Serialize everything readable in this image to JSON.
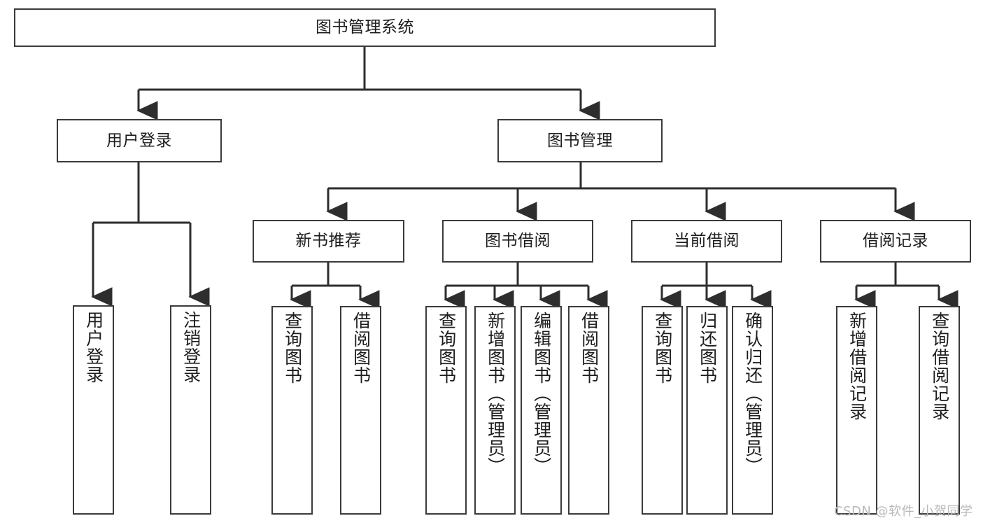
{
  "diagram": {
    "title": "图书管理系统",
    "type": "hierarchy-tree",
    "root": {
      "label": "图书管理系统"
    },
    "level2": [
      {
        "label": "用户登录"
      },
      {
        "label": "图书管理"
      }
    ],
    "level3": [
      {
        "label": "新书推荐"
      },
      {
        "label": "图书借阅"
      },
      {
        "label": "当前借阅"
      },
      {
        "label": "借阅记录"
      }
    ],
    "leaves": {
      "user_login": [
        {
          "label": "用户登录"
        },
        {
          "label": "注销登录"
        }
      ],
      "new_book_recommend": [
        {
          "label": "查询图书"
        },
        {
          "label": "借阅图书"
        }
      ],
      "book_borrow": [
        {
          "label": "查询图书"
        },
        {
          "label": "新增图书（管理员）"
        },
        {
          "label": "编辑图书（管理员）"
        },
        {
          "label": "借阅图书"
        }
      ],
      "current_borrow": [
        {
          "label": "查询图书"
        },
        {
          "label": "归还图书"
        },
        {
          "label": "确认归还（管理员）"
        }
      ],
      "borrow_record": [
        {
          "label": "新增借阅记录"
        },
        {
          "label": "查询借阅记录"
        }
      ]
    }
  },
  "watermark": {
    "text": "CSDN @软件_小贺同学"
  },
  "colors": {
    "stroke": "#3b3b3b",
    "background": "#ffffff",
    "text": "#1d1d1d",
    "watermark": "#b9b9b9"
  }
}
